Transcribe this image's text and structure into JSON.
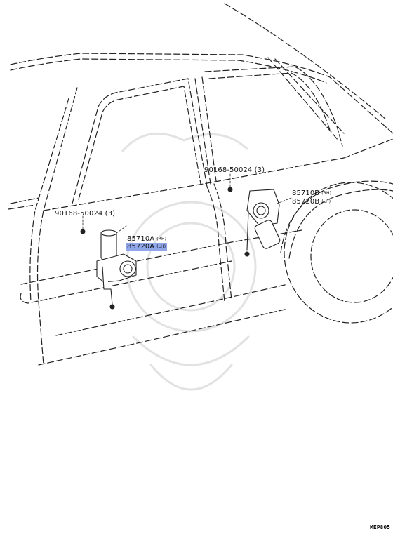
{
  "callouts": {
    "bolt_left": {
      "part_no": "90168-50024",
      "qty": "(3)"
    },
    "bolt_right": {
      "part_no": "90168-50024",
      "qty": "(3)"
    },
    "motor_front": {
      "rh": {
        "part_no": "85710A",
        "side": "(RH)"
      },
      "lh": {
        "part_no": "85720A",
        "side": "(LH)"
      }
    },
    "motor_rear": {
      "rh": {
        "part_no": "85710B",
        "side": "(RH)"
      },
      "lh": {
        "part_no": "85720B",
        "side": "(LH)"
      }
    }
  },
  "highlight_color": "#8fa6e8",
  "diagram_code": "MEP805"
}
